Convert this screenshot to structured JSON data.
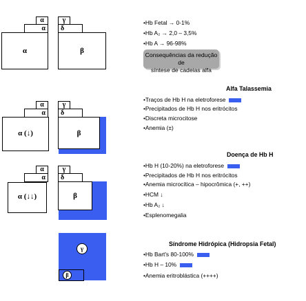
{
  "symbols": {
    "alpha": "α",
    "beta": "β",
    "gamma": "γ",
    "delta": "δ",
    "alpha_down": "α (↓)",
    "alpha_down2": "α (↓↓)"
  },
  "colors": {
    "hb_blue": "#3a5ef0",
    "callout_gray": "#a8a8a8"
  },
  "normal": {
    "lines": [
      "•Hb Fetal → 0-1%",
      "•Hb A₂ → 2,0 – 3,5%",
      "•Hb A → 96-98%"
    ],
    "callout": [
      "Consequências da redução de",
      "síntese de cadeias alfa"
    ]
  },
  "alfa_talassemia": {
    "title": "Alfa Talassemia",
    "lines": [
      "•Traços de Hb H na eletroforese",
      "•Precipitados  de Hb H nos eritrócitos",
      "•Discreta microcitose",
      "•Anemia (±)"
    ]
  },
  "doenca_hbh": {
    "title": "Doença de Hb H",
    "lines": [
      "•Hb H (10-20%) na eletroforese",
      "•Precipitados  de Hb H nos eritrócitos",
      "•Anemia microcítica – hipocrômica (+, ++)",
      "•HCM ↓",
      "•Hb A₂ ↓",
      "•Esplenomegalia"
    ]
  },
  "hidropica": {
    "title": "Síndrome Hidrópica (Hidropsia Fetal)",
    "lines": [
      "•Hb Bart's 80-100%",
      "•Hb H – 10%",
      "•Anemia eritroblástica (++++)"
    ]
  }
}
